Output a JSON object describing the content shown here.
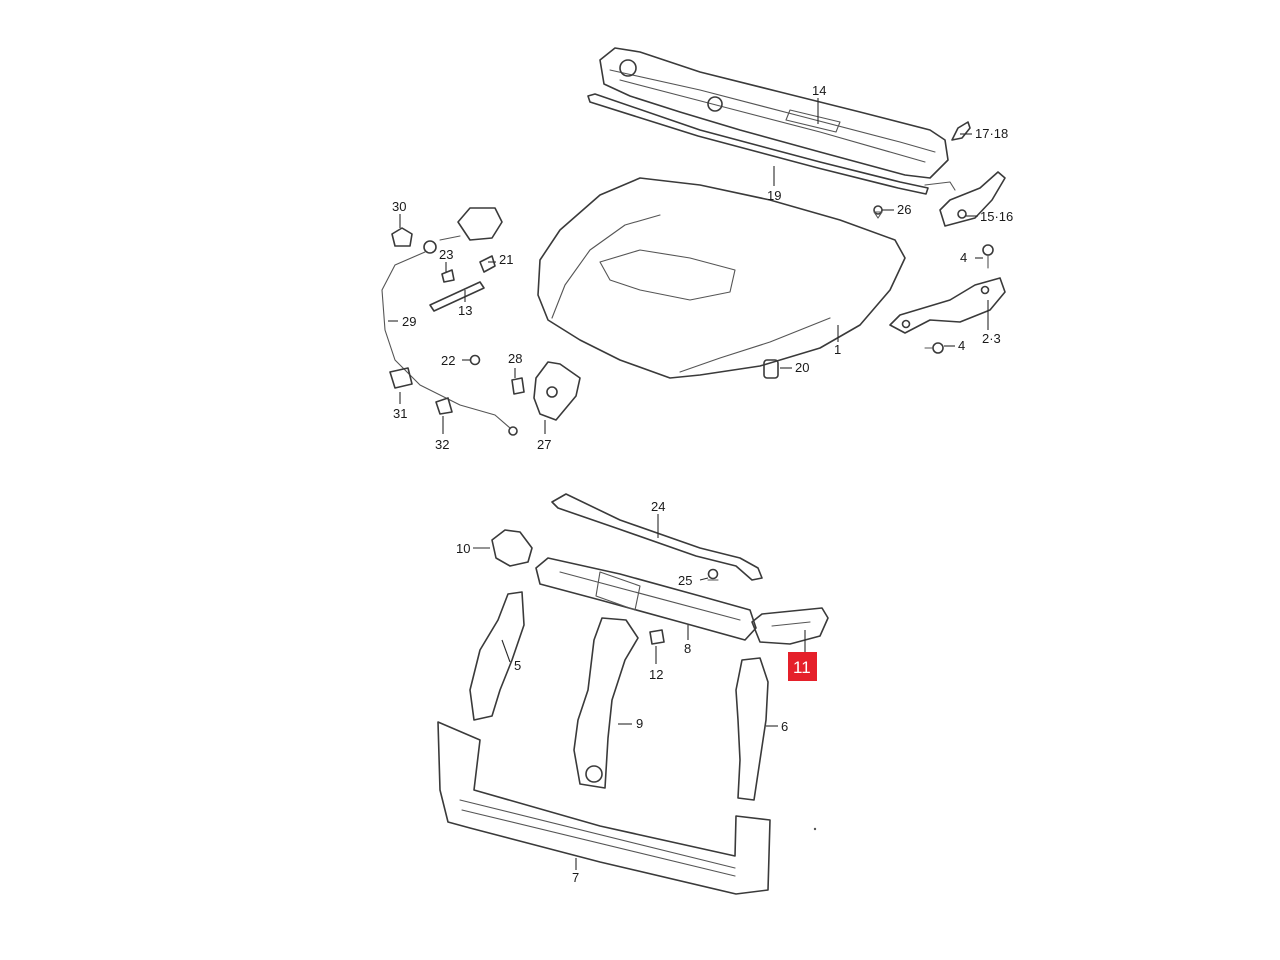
{
  "highlight_color": "#e5202a",
  "callouts": {
    "c1": "1",
    "c2_3": "2·3",
    "c4a": "4",
    "c4b": "4",
    "c5": "5",
    "c6": "6",
    "c7": "7",
    "c8": "8",
    "c9": "9",
    "c10": "10",
    "c11": "11",
    "c12": "12",
    "c13": "13",
    "c14": "14",
    "c15_16": "15·16",
    "c17_18": "17·18",
    "c19": "19",
    "c20": "20",
    "c21": "21",
    "c22": "22",
    "c23": "23",
    "c24": "24",
    "c25": "25",
    "c26": "26",
    "c27": "27",
    "c28": "28",
    "c29": "29",
    "c30": "30",
    "c31": "31",
    "c32": "32"
  }
}
